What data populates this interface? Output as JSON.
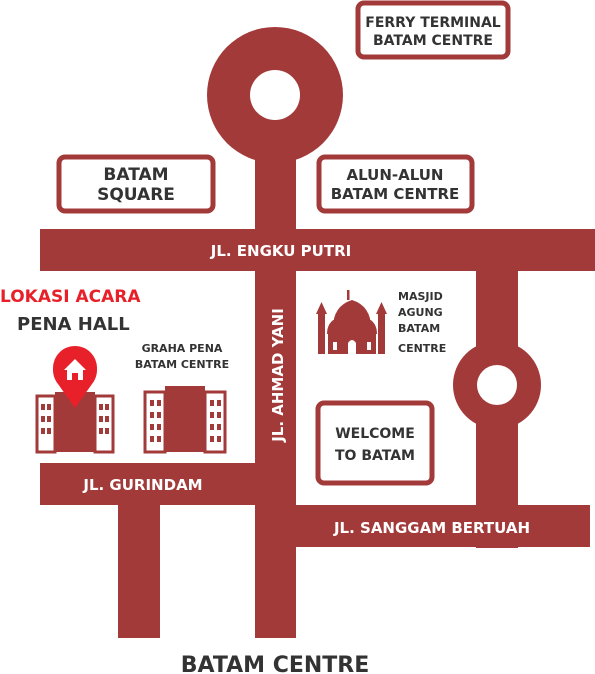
{
  "colors": {
    "road": "#a33a3a",
    "accent": "#e8202a",
    "text": "#333333",
    "background": "#ffffff"
  },
  "landmarks": {
    "ferry_terminal": [
      "FERRY TERMINAL",
      "BATAM CENTRE"
    ],
    "batam_square": [
      "BATAM",
      "SQUARE"
    ],
    "alun_alun": [
      "ALUN-ALUN",
      "BATAM CENTRE"
    ],
    "masjid": [
      "MASJID",
      "AGUNG",
      "BATAM",
      "CENTRE"
    ],
    "welcome": [
      "WELCOME",
      "TO BATAM"
    ],
    "graha_pena": [
      "GRAHA PENA",
      "BATAM CENTRE"
    ]
  },
  "roads": {
    "engku_putri": "JL. ENGKU PUTRI",
    "ahmad_yani": "JL. AHMAD YANI",
    "gurindam": "JL. GURINDAM",
    "sanggam_bertuah": "JL. SANGGAM BERTUAH"
  },
  "venue": {
    "label": "LOKASI ACARA",
    "name": "PENA HALL",
    "icon": "location-pin-home-icon"
  },
  "area_title": "BATAM CENTRE"
}
